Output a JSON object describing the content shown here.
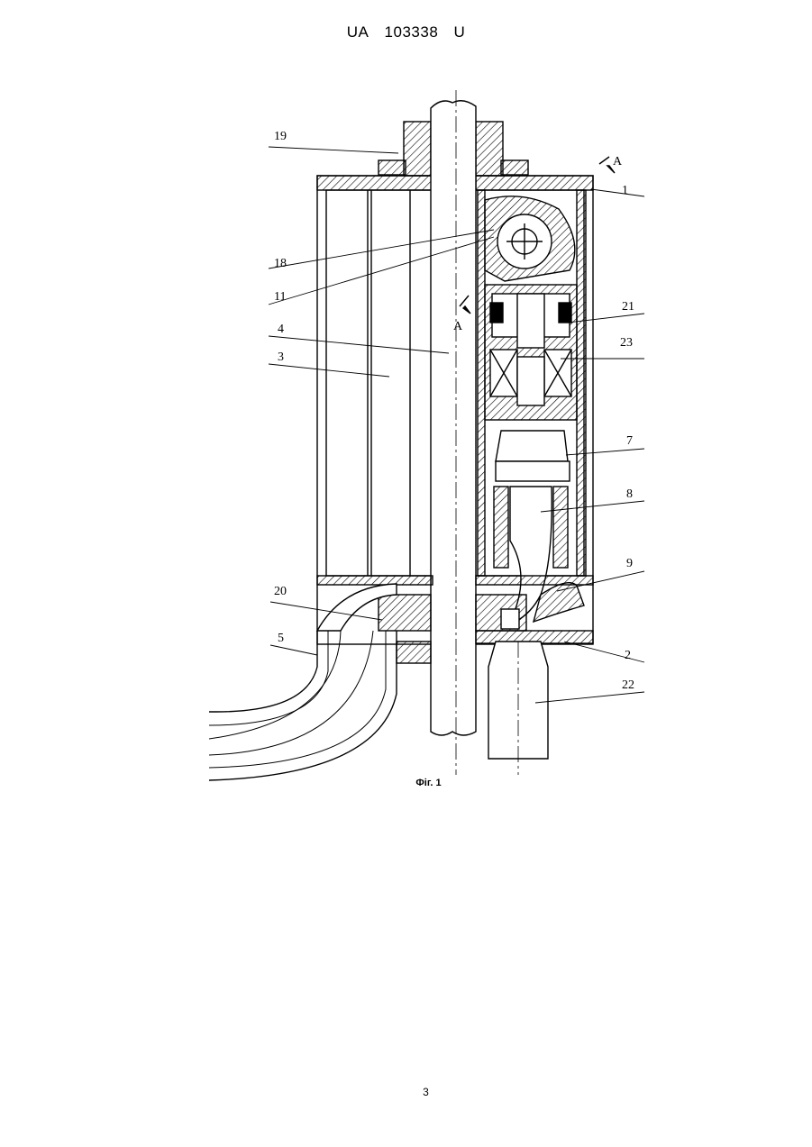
{
  "header": {
    "country": "UA",
    "number": "103338",
    "kind": "U"
  },
  "figure": {
    "caption": "Фіг. 1",
    "section_letter": "A",
    "labels": {
      "l19": "19",
      "l18": "18",
      "l11": "11",
      "l4": "4",
      "l3": "3",
      "l20": "20",
      "l5": "5",
      "l1": "1",
      "l21": "21",
      "l23": "23",
      "l7": "7",
      "l8": "8",
      "l9": "9",
      "l2": "2",
      "l22": "22"
    }
  },
  "page_number": "3"
}
